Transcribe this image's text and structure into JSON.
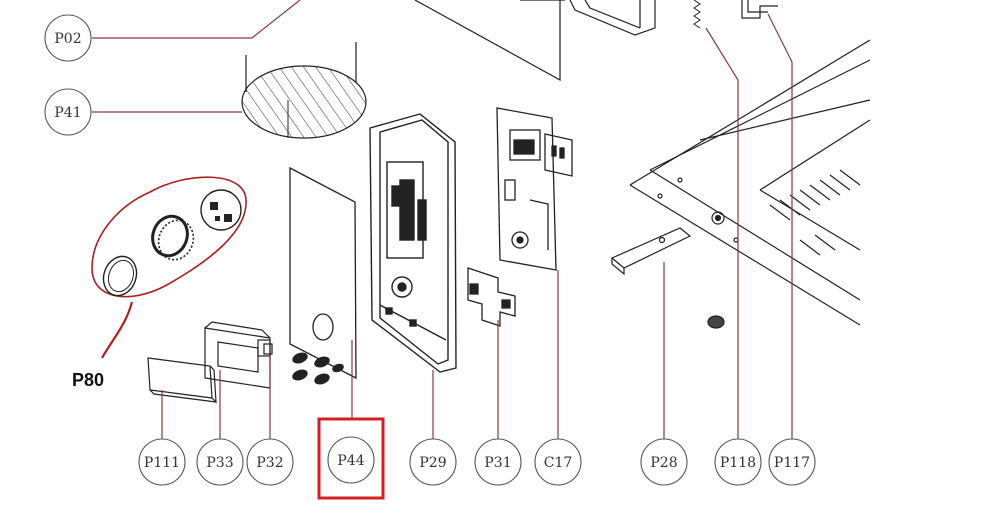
{
  "diagram": {
    "callouts": [
      {
        "id": "P02",
        "label": "P02"
      },
      {
        "id": "P41",
        "label": "P41"
      },
      {
        "id": "P111",
        "label": "P111"
      },
      {
        "id": "P33",
        "label": "P33"
      },
      {
        "id": "P32",
        "label": "P32"
      },
      {
        "id": "P44",
        "label": "P44",
        "highlighted": true
      },
      {
        "id": "P29",
        "label": "P29"
      },
      {
        "id": "P31",
        "label": "P31"
      },
      {
        "id": "C17",
        "label": "C17"
      },
      {
        "id": "P28",
        "label": "P28"
      },
      {
        "id": "P118",
        "label": "P118"
      },
      {
        "id": "P117",
        "label": "P117"
      }
    ],
    "group_label": "P80",
    "colors": {
      "line": "#222222",
      "leader": "#8a3b3b",
      "highlight": "#d42020",
      "group_outline": "#b02020"
    }
  }
}
